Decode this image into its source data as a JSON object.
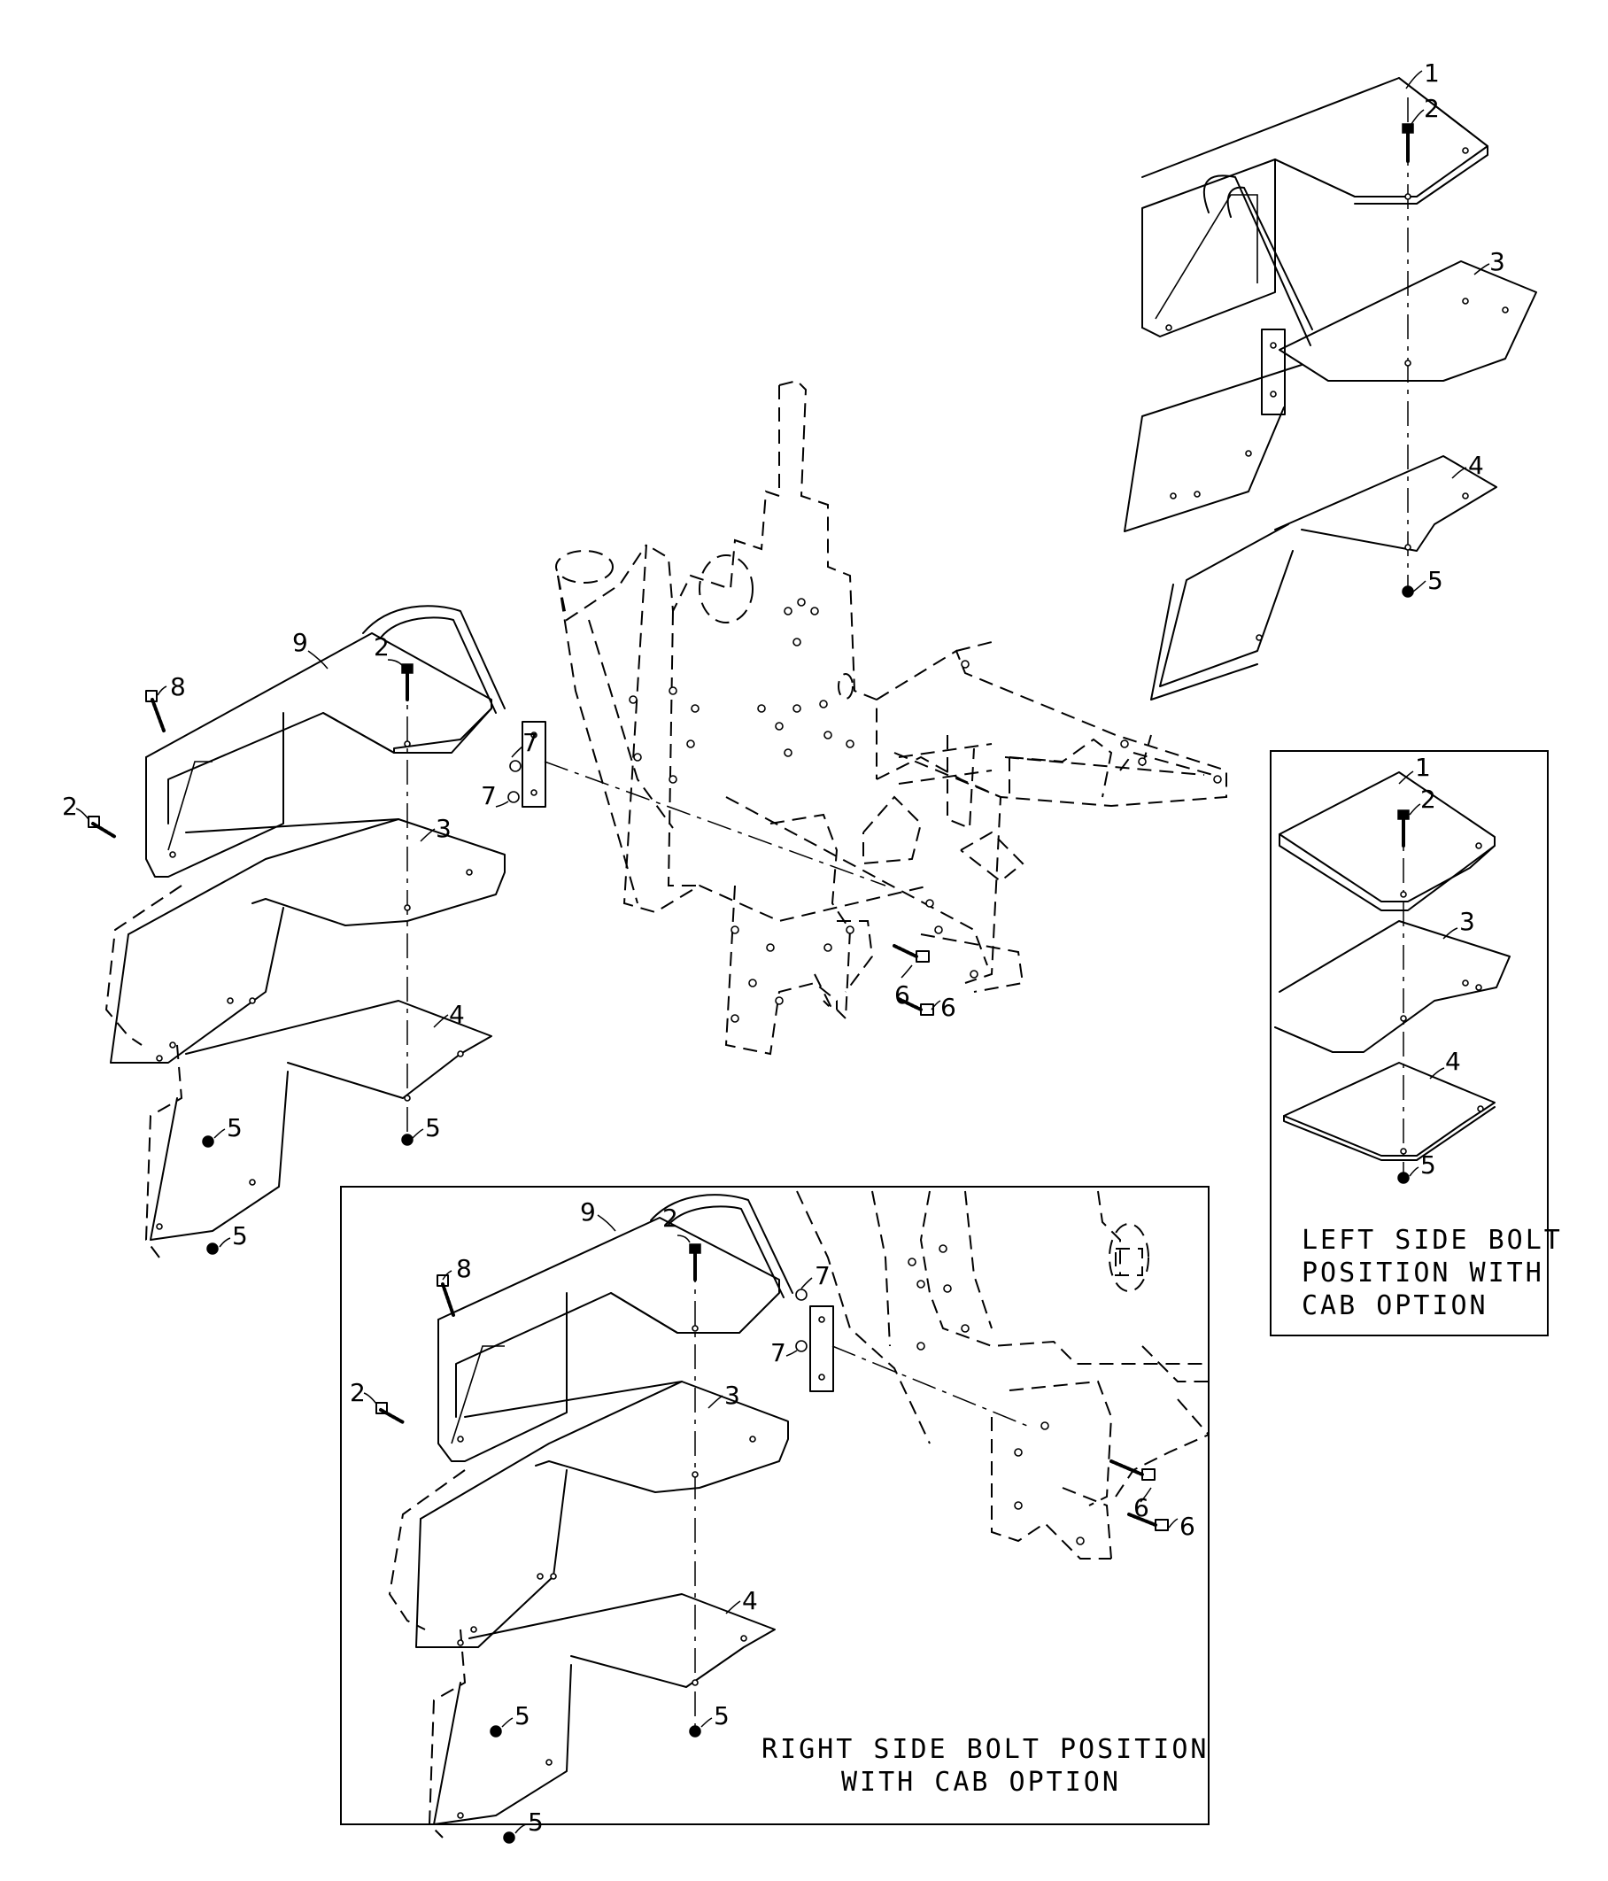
{
  "callouts": {
    "n1": "1",
    "n2": "2",
    "n3": "3",
    "n4": "4",
    "n5": "5",
    "n6": "6",
    "n7": "7",
    "n8": "8",
    "n9": "9"
  },
  "captions": {
    "left_line1": "LEFT SIDE BOLT",
    "left_line2": "POSITION WITH",
    "left_line3": "CAB OPTION",
    "right_line1": "RIGHT SIDE BOLT POSITION",
    "right_line2": "WITH CAB OPTION"
  }
}
